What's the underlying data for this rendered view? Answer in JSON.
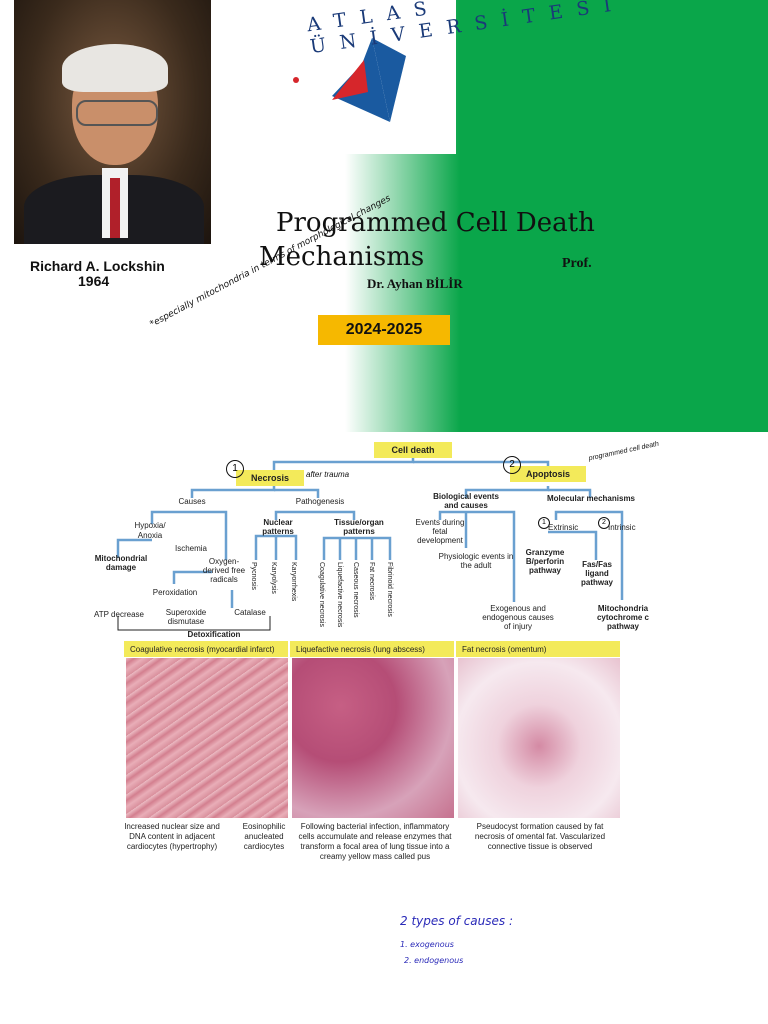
{
  "header": {
    "photo_caption_name": "Richard A. Lockshin",
    "photo_caption_year": "1964",
    "title_line1": "Programmed Cell Death",
    "title_line2": "Mechanisms",
    "prof_label": "Prof.",
    "author": "Dr. Ayhan BİLİR",
    "year_badge": "2024-2025",
    "logo_text": "ATLAS ÜNİVERSİTESİ",
    "handwritten_note": "*especially mitochondria in terms of morphological changes"
  },
  "colors": {
    "green_band": "#0aa64a",
    "year_badge": "#f6b800",
    "diagram_box": "#f3ea5a",
    "logo_blue": "#1a5aa0",
    "logo_red": "#d6262b"
  },
  "diagram": {
    "root": "Cell death",
    "necrosis": {
      "label": "Necrosis",
      "annotation_num": "1",
      "annotation": "after trauma",
      "causes": "Causes",
      "pathogenesis": "Pathogenesis",
      "hypoxia": "Hypoxia/",
      "anoxia": "Anoxia",
      "ischemia": "Ischemia",
      "mito_damage": "Mitochondrial damage",
      "oxygen": "Oxygen-derived free radicals",
      "peroxidation": "Peroxidation",
      "atp": "ATP decrease",
      "superoxide": "Superoxide dismutase",
      "catalase": "Catalase",
      "detox": "Detoxification",
      "nuclear": "Nuclear patterns",
      "tissue": "Tissue/organ patterns",
      "nuclear_items": [
        "Pycnosis",
        "Karyolysis",
        "Karyorrhexis"
      ],
      "tissue_items": [
        "Coagulative necrosis",
        "Liquefactive necrosis",
        "Caseous necrosis",
        "Fat necrosis",
        "Fibrinoid necrosis"
      ]
    },
    "apoptosis": {
      "label": "Apoptosis",
      "annotation_num": "2",
      "annotation": "programmed cell death",
      "bio": "Biological events and causes",
      "molecular": "Molecular mechanisms",
      "events_fetal": "Events during fetal development",
      "physiologic": "Physiologic events in the adult",
      "exogenous": "Exogenous and endogenous causes of injury",
      "extrinsic_num": "1",
      "extrinsic": "Extrinsic",
      "intrinsic_num": "2",
      "intrinsic": "Intrinsic",
      "granzyme": "Granzyme B/perforin pathway",
      "fas": "Fas/Fas ligand pathway",
      "mito_pathway": "Mitochondria cytochrome c pathway"
    },
    "panels": [
      {
        "title": "Coagulative necrosis (myocardial infarct)",
        "captions": [
          "Increased nuclear size and DNA content in adjacent cardiocytes (hypertrophy)",
          "Eosinophilic anucleated cardiocytes"
        ]
      },
      {
        "title": "Liquefactive necrosis (lung abscess)",
        "captions": [
          "Following bacterial infection, inflammatory cells accumulate and release enzymes that transform a focal area of lung tissue into a creamy yellow mass called pus"
        ]
      },
      {
        "title": "Fat necrosis (omentum)",
        "captions": [
          "Pseudocyst formation caused by fat necrosis of omental fat. Vascularized connective tissue is observed"
        ]
      }
    ]
  },
  "notes": {
    "heading": "2 types of causes :",
    "item1": "1. exogenous",
    "item2": "2. endogenous"
  }
}
